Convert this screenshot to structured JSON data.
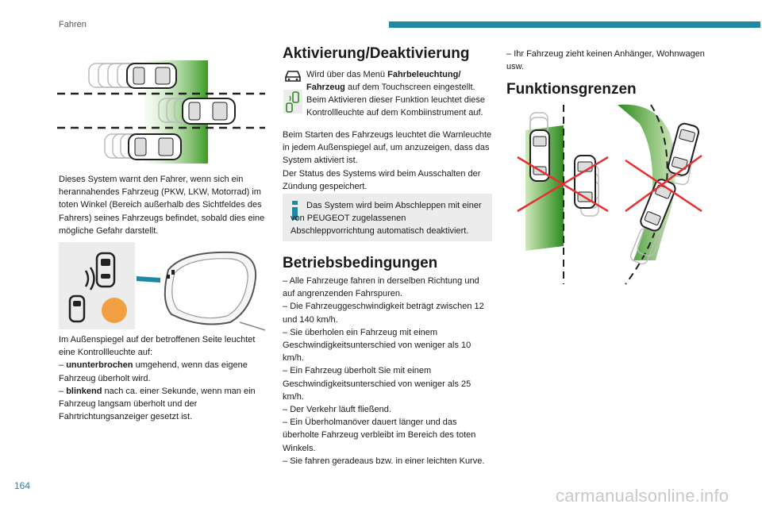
{
  "header": {
    "section_title": "Fahren",
    "accent_color": "#1e8aa0"
  },
  "page_number": "164",
  "watermark": "carmanualsonline.info",
  "col1": {
    "para1": "Dieses System warnt den Fahrer, wenn sich ein herannahendes Fahrzeug (PKW, LKW, Motorrad) im toten Winkel (Bereich außerhalb des Sichtfeldes des Fahrers) seines Fahrzeugs befindet, sobald dies eine mögliche Gefahr darstellt.",
    "mirror_intro": "Im Außenspiegel auf der betroffenen Seite leuchtet eine Kontrollleuchte auf:",
    "item1_bold": "ununterbrochen",
    "item1_rest": " umgehend, wenn das eigene Fahrzeug überholt wird.",
    "item2_bold": "blinkend",
    "item2_rest": " nach ca. einer Sekunde, wenn man ein Fahrzeug langsam überholt und der Fahrtrichtungsanzeiger gesetzt ist."
  },
  "col2": {
    "heading_activation": "Aktivierung/Deaktivierung",
    "act_pre": "Wird über das Menü ",
    "act_bold": "Fahrbeleuchtung/ Fahrzeug",
    "act_post": " auf dem Touchscreen eingestellt.",
    "act_lamp": "Beim Aktivieren dieser Funktion leuchtet diese Kontrollleuchte auf dem Kombiinstrument auf.",
    "act_start": "Beim Starten des Fahrzeugs leuchtet die Warnleuchte in jedem Außenspiegel auf, um anzuzeigen, dass das System aktiviert ist.",
    "act_status": "Der Status des Systems wird beim Ausschalten der Zündung gespeichert.",
    "note_text": "Das System wird beim Abschleppen mit einer von PEUGEOT zugelassenen Abschleppvorrichtung automatisch deaktiviert.",
    "heading_conditions": "Betriebsbedingungen",
    "conditions": [
      "Alle Fahrzeuge fahren in derselben Richtung und auf angrenzenden Fahrspuren.",
      "Die Fahrzeuggeschwindigkeit beträgt zwischen 12 und 140 km/h.",
      "Sie überholen ein Fahrzeug mit einem Geschwindigkeitsunterschied von weniger als 10 km/h.",
      "Ein Fahrzeug überholt Sie mit einem Geschwindigkeitsunterschied von weniger als 25 km/h.",
      "Der Verkehr läuft fließend.",
      "Ein Überholmanöver dauert länger und das überholte Fahrzeug verbleibt im Bereich des toten Winkels.",
      "Sie fahren geradeaus bzw. in einer leichten Kurve."
    ]
  },
  "col3": {
    "condition_cont": "Ihr Fahrzeug zieht keinen Anhänger, Wohnwagen usw.",
    "heading_limits": "Funktionsgrenzen"
  },
  "colors": {
    "green_dark": "#2e8b1e",
    "green_light": "#b8e0a0",
    "cross_red": "#e53030",
    "orange_dot": "#f0a040"
  },
  "icons": [
    "car-front-icon",
    "blind-spot-warning-icon",
    "info-icon"
  ]
}
